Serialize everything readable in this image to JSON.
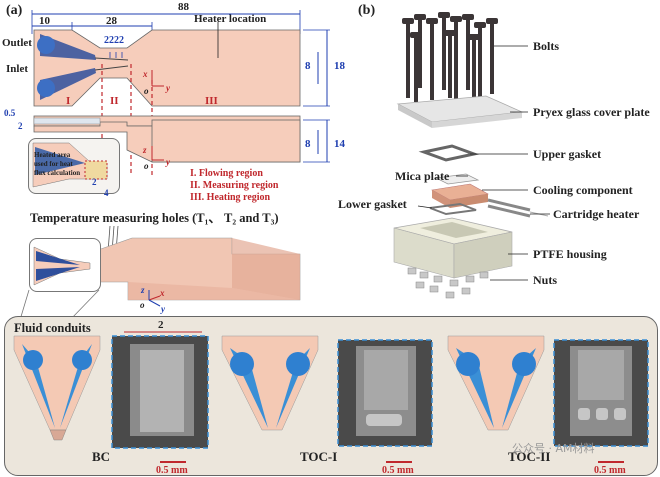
{
  "panel_a": {
    "label": "(a)",
    "dims_top": {
      "total": "88",
      "d10": "10",
      "d28": "28",
      "d2a": "2",
      "d2b": "2",
      "d2c": "2",
      "d2d": "2"
    },
    "heater_location": "Heater location",
    "outlet": "Outlet",
    "inlet": "Inlet",
    "dims_right": {
      "w8": "8",
      "w18": "18",
      "w8b": "8",
      "w14": "14"
    },
    "axis": {
      "x": "x",
      "y": "y",
      "z": "z",
      "o": "o"
    },
    "regions": {
      "r1": "I",
      "r2": "II",
      "r3": "III"
    },
    "dims_side": {
      "d05": "0.5",
      "d2": "2",
      "d4": "4",
      "d2b": "2"
    },
    "inset_caption": [
      "Heated area",
      "used for heat",
      "flux calculation"
    ],
    "legend": [
      "I. Flowing region",
      "II. Measuring region",
      "III. Heating region"
    ],
    "temp_holes": "Temperature measuring holes (T₁、 T₂ and T₃)"
  },
  "panel_b": {
    "label": "(b)",
    "labels": {
      "bolts": "Bolts",
      "cover": "Pryex glass cover plate",
      "upper_gasket": "Upper gasket",
      "mica": "Mica plate",
      "cooling": "Cooling component",
      "lower_gasket": "Lower gasket",
      "cartridge": "Cartridge heater",
      "housing": "PTFE housing",
      "nuts": "Nuts"
    }
  },
  "bottom": {
    "fluid_conduits": "Fluid conduits",
    "dim2": "2",
    "labels": [
      "BC",
      "TOC-I",
      "TOC-II"
    ],
    "scale": "0.5 mm",
    "watermark": "公众号 · AM材料"
  },
  "colors": {
    "blue_dim": "#1f3fb0",
    "red_region": "#c0282d",
    "copper": "#f2c4ae",
    "fluid": "#3a8fd6"
  }
}
